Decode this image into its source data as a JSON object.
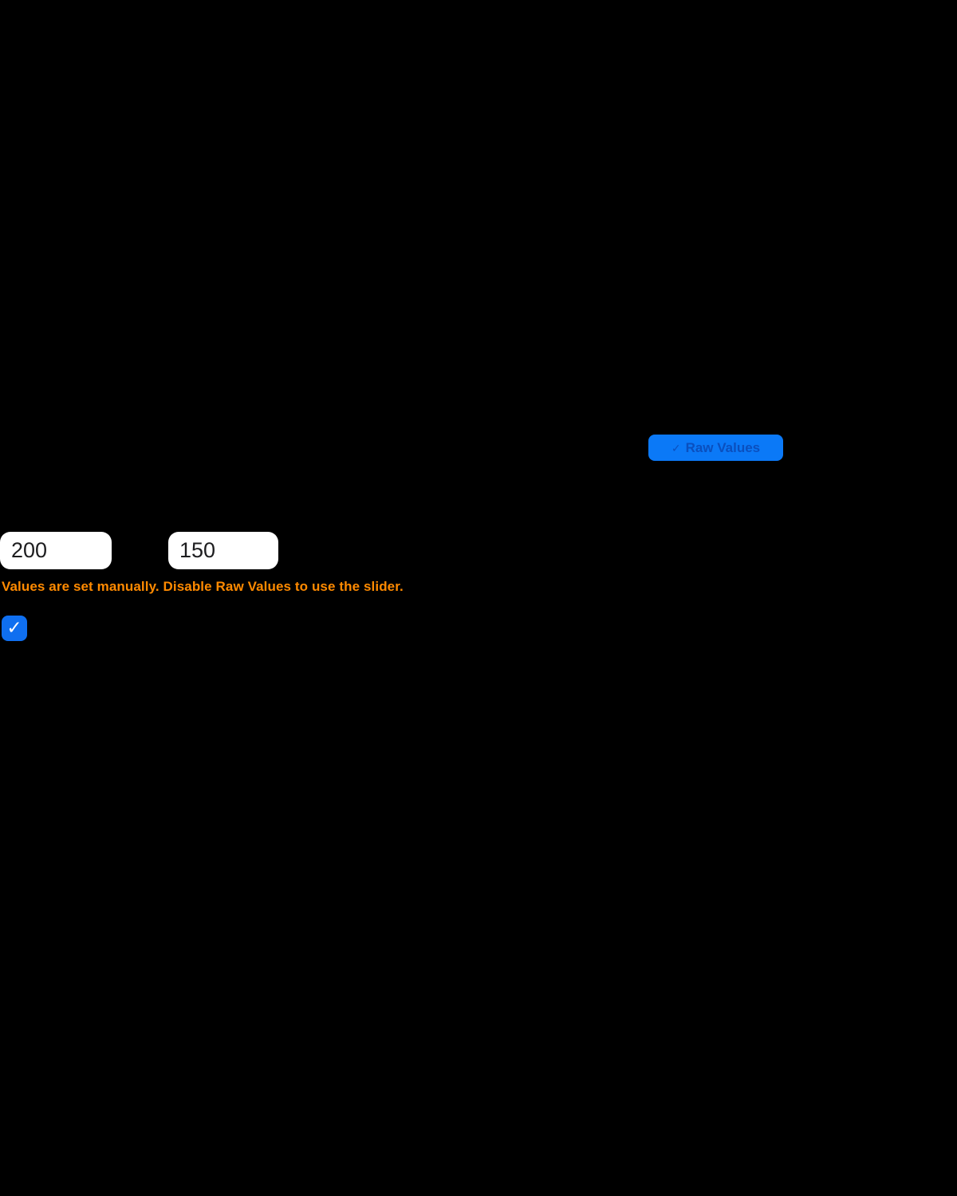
{
  "canvas": {
    "background_color": "#000000"
  },
  "raw_values_toggle": {
    "label": "Raw Values",
    "checkmark_icon": "✓",
    "state": "on",
    "background_color": "#0B79F7",
    "label_color": "#0A4FBE"
  },
  "value_fields": [
    {
      "value": "200"
    },
    {
      "value": "150"
    }
  ],
  "warning": {
    "text": "Values are set manually. Disable Raw Values to use the slider.",
    "color": "#FF8A00"
  },
  "checkbox": {
    "checked": true,
    "checkmark_icon": "✓",
    "background_color": "#0F6FF0"
  }
}
